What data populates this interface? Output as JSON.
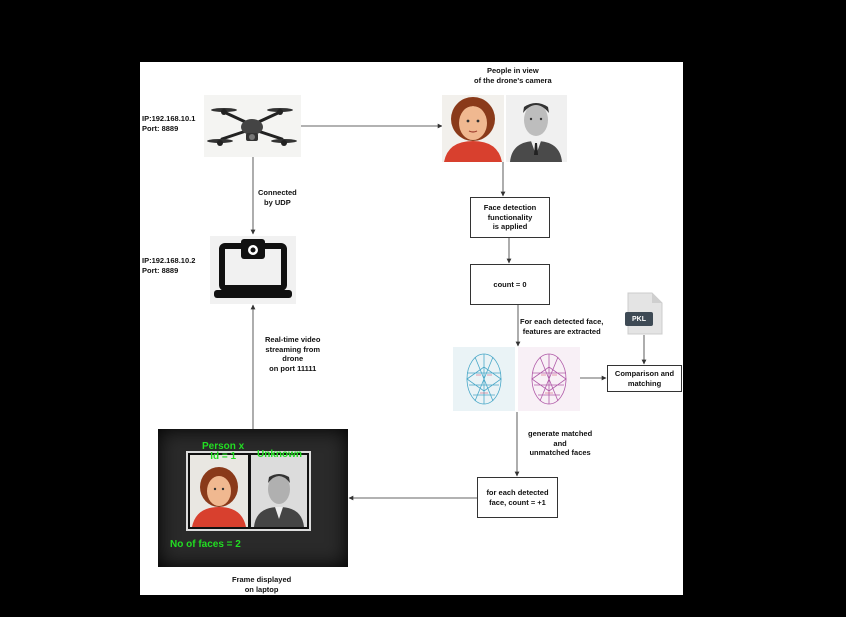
{
  "drone": {
    "ip": "IP:192.168.10.1",
    "port": "Port: 8889"
  },
  "laptop": {
    "ip": "IP:192.168.10.2",
    "port": "Port: 8889"
  },
  "labels": {
    "connected_udp": "Connected\nby UDP",
    "streaming": "Real-time video\nstreaming from\ndrone\non port 11111",
    "people_in_view": "People in view\nof the drone's camera",
    "features_extracted": "For each detected face,\nfeatures are extracted",
    "generate_matched": "generate matched\nand\nunmatched faces",
    "frame_displayed": "Frame displayed\non laptop"
  },
  "boxes": {
    "face_detection": "Face detection\nfunctionality\nis applied",
    "count_zero": "count = 0",
    "comparison": "Comparison and\nmatching",
    "count_increment": "for each detected\nface, count = +1"
  },
  "pkl_file": {
    "label": "PKL"
  },
  "frame": {
    "person_label": "Person x\nId = 1",
    "unknown_label": "Unknown",
    "faces_count": "No of faces = 2"
  },
  "colors": {
    "overlay_text": "#22dd22",
    "woman_shirt": "#d8402e",
    "hair": "#8a3a1a"
  },
  "icons": [
    "drone-icon",
    "laptop-camera-icon",
    "woman-face-icon",
    "man-face-icon",
    "face-mesh-icon",
    "file-pkl-icon"
  ]
}
